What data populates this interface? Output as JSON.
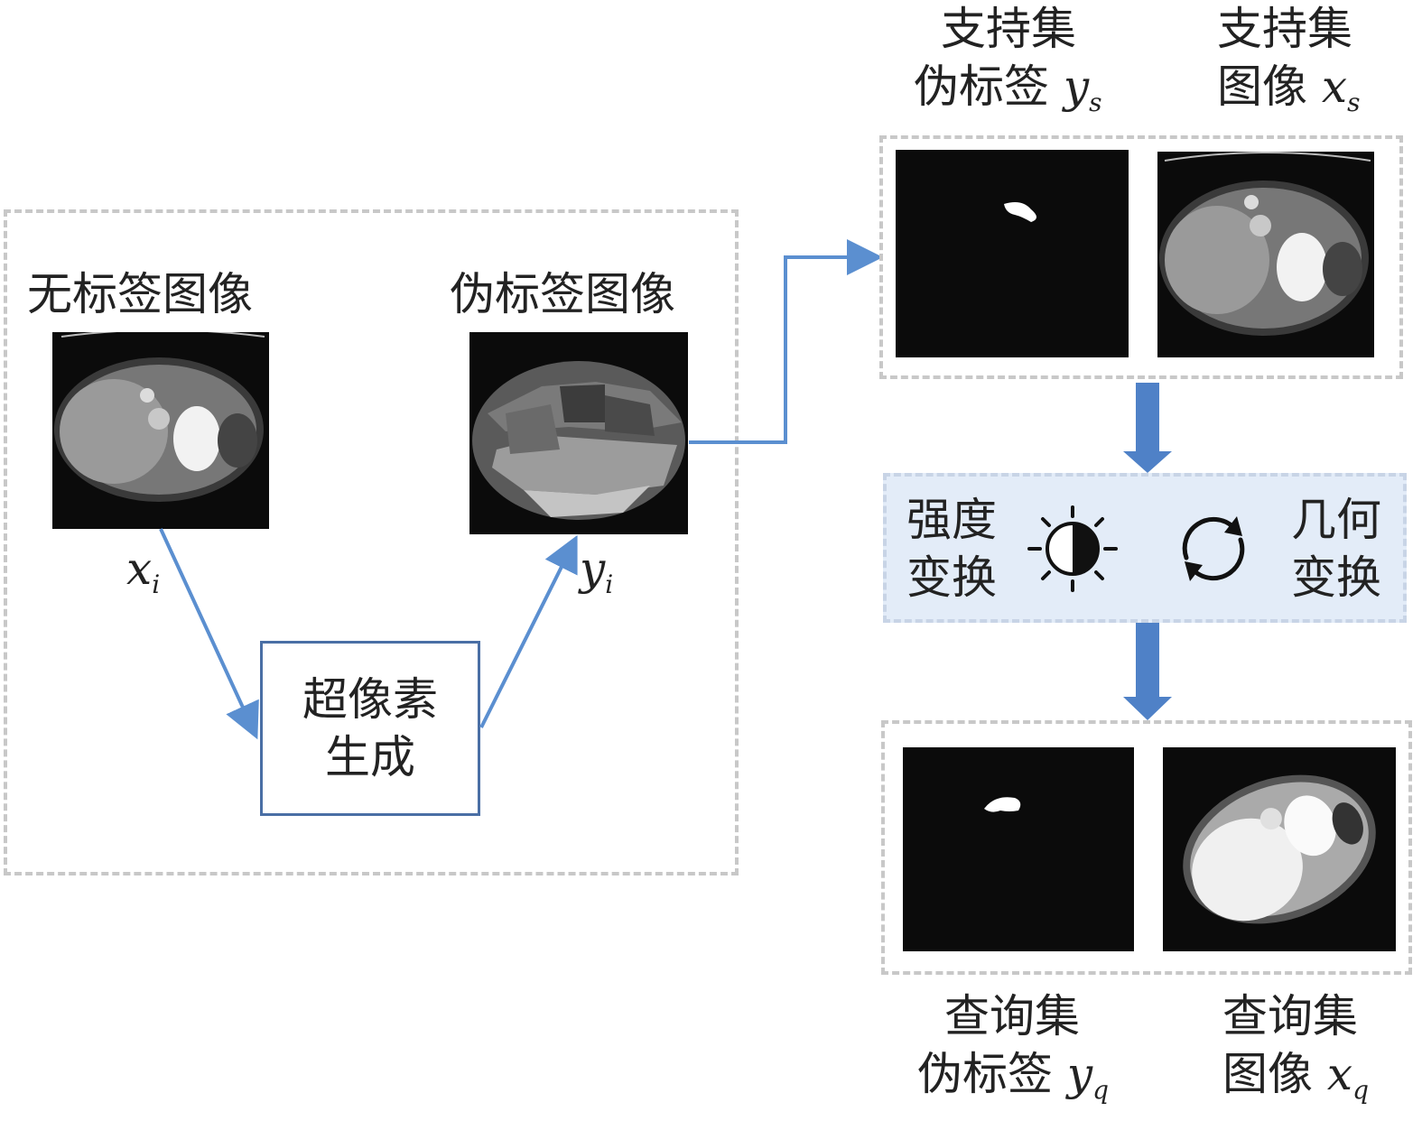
{
  "left_panel": {
    "unlabeled_title": "无标签图像",
    "pseudo_title": "伪标签图像",
    "x_symbol": "x",
    "x_sub": "i",
    "y_symbol": "y",
    "y_sub": "i",
    "process_line1": "超像素",
    "process_line2": "生成"
  },
  "support_set": {
    "label_caption_line1": "支持集",
    "label_caption_line2": "伪标签",
    "label_symbol": "y",
    "label_sub": "s",
    "image_caption_line1": "支持集",
    "image_caption_line2": "图像",
    "image_symbol": "x",
    "image_sub": "s"
  },
  "transforms": {
    "intensity_line1": "强度",
    "intensity_line2": "变换",
    "geometric_line1": "几何",
    "geometric_line2": "变换",
    "intensity_icon": "contrast-sun-icon",
    "geometric_icon": "rotate-arrows-icon"
  },
  "query_set": {
    "label_caption_line1": "查询集",
    "label_caption_line2": "伪标签",
    "label_symbol": "y",
    "label_sub": "q",
    "image_caption_line1": "查询集",
    "image_caption_line2": "图像",
    "image_symbol": "x",
    "image_sub": "q"
  },
  "colors": {
    "arrow": "#5b8fd0",
    "block_arrow": "#4f81c7",
    "dash": "#c8c8c8",
    "panel_bg": "#e3ecf8"
  }
}
